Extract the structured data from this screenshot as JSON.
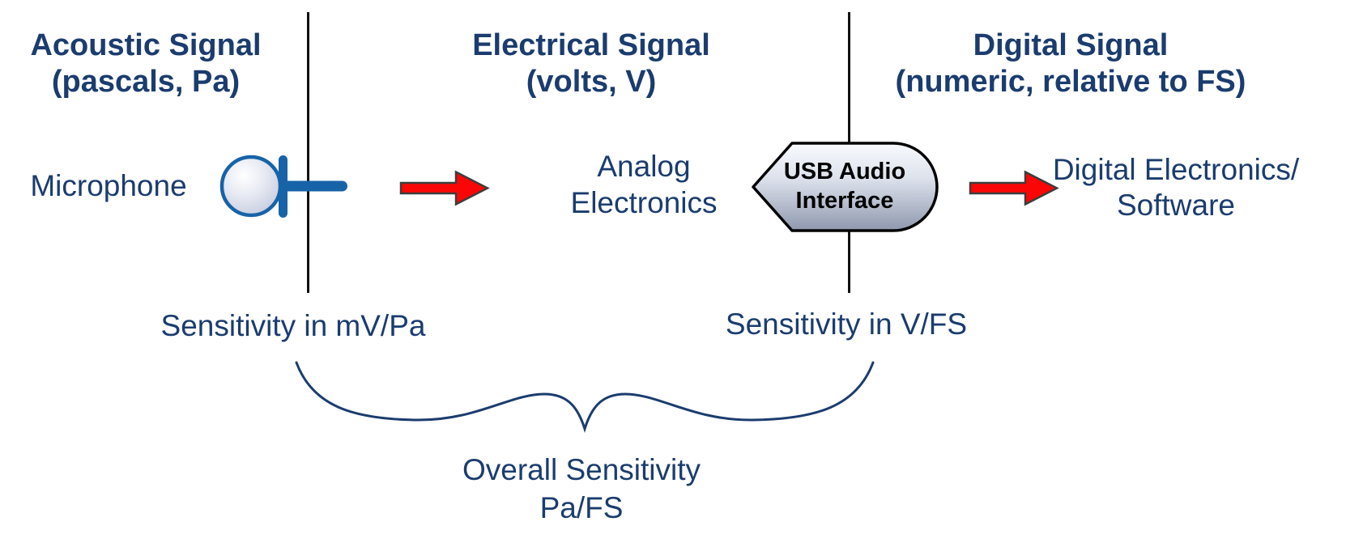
{
  "diagram_type": "signal-flow",
  "columns": {
    "acoustic": {
      "title_line1": "Acoustic Signal",
      "title_line2": "(pascals, Pa)"
    },
    "electrical": {
      "title_line1": "Electrical Signal",
      "title_line2": "(volts, V)"
    },
    "digital": {
      "title_line1": "Digital Signal",
      "title_line2": "(numeric, relative to FS)"
    }
  },
  "nodes": {
    "microphone": {
      "label": "Microphone"
    },
    "analog_electronics": {
      "line1": "Analog",
      "line2": "Electronics"
    },
    "usb_audio_interface": {
      "line1": "USB Audio",
      "line2": "Interface"
    },
    "digital_electronics": {
      "line1": "Digital Electronics/",
      "line2": "Software"
    }
  },
  "labels": {
    "sensitivity_left": "Sensitivity in mV/Pa",
    "sensitivity_right": "Sensitivity in V/FS",
    "overall_line1": "Overall Sensitivity",
    "overall_line2": "Pa/FS"
  },
  "icons": {
    "microphone_icon": "microphone-ball-and-stem",
    "flow_arrows": "red-right-arrow",
    "usb_shape": "left-pointing-rounded-tag",
    "brace": "underbrace-curly"
  },
  "colors": {
    "text_navy": "#1b3c6e",
    "arrow_red": "#fb0606",
    "arrow_outline": "#3d3d3d",
    "microphone_blue": "#1763a8",
    "divider_black": "#111111",
    "mic_sphere_edge": "#c3c9dd",
    "usb_gradient_top": "#f8fafd",
    "usb_gradient_bottom": "#8f98ae",
    "background": "#ffffff"
  }
}
